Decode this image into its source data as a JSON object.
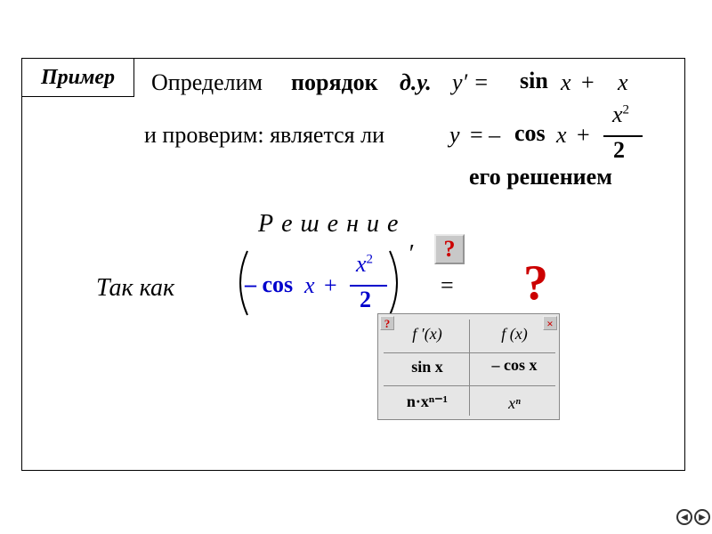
{
  "example": {
    "label": "Пример"
  },
  "line1": {
    "prefix": "Определим",
    "bold_word": "порядок",
    "abbr": "д.у.",
    "lhs": "y′ =",
    "sin": "sin",
    "x1": "x",
    "plus": "+",
    "x2": "x"
  },
  "line2": {
    "text": "и проверим: является ли",
    "lhs": "y",
    "eq": "= –",
    "cos": "cos",
    "x": "x",
    "plus": "+",
    "num": "x",
    "sup": "2",
    "den": "2"
  },
  "line3": {
    "text": "его решением"
  },
  "solution": {
    "title": "Р е ш е н и е",
    "since": "Так как"
  },
  "expr": {
    "minus_cos": "– cos",
    "x": "x",
    "plus": "+",
    "num": "x",
    "sup": "2",
    "den": "2",
    "prime": "′",
    "eq": "="
  },
  "hint_button": {
    "label": "?"
  },
  "big_question": "?",
  "table": {
    "help_label": "?",
    "close_label": "×",
    "header": {
      "c1": "f ′(x)",
      "c2": "f (x)"
    },
    "rows": [
      {
        "c1": "sin x",
        "c2": "– cos x"
      },
      {
        "c1": "n·xⁿ⁻¹",
        "c2": "xⁿ"
      }
    ]
  },
  "nav": {
    "prev": "◀",
    "next": "▶"
  }
}
